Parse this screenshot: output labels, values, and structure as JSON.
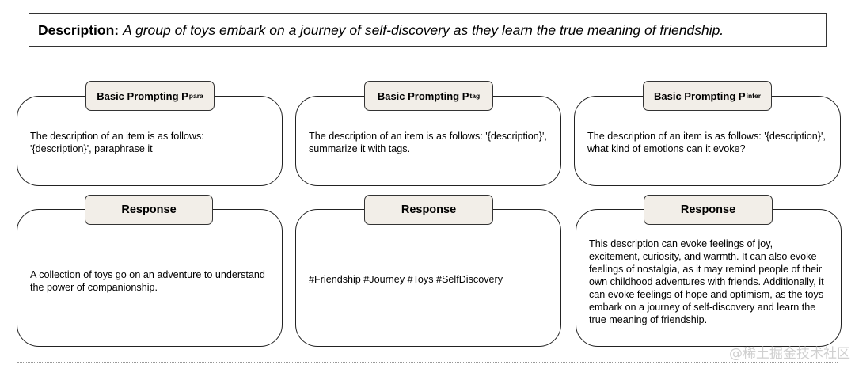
{
  "description": {
    "label": "Description:",
    "text": "A group of toys embark on a journey of self-discovery as they learn the true meaning of friendship."
  },
  "columns": [
    {
      "prompt_title": "Basic Prompting P",
      "prompt_sub": "para",
      "prompt_text": "The description of an item is as follows: '{description}', paraphrase it",
      "response_title": "Response",
      "response_text": "A collection of toys go on an adventure to understand the power of companionship."
    },
    {
      "prompt_title": "Basic Prompting P",
      "prompt_sub": "tag",
      "prompt_text": "The description of an item is as follows: '{description}', summarize it with tags.",
      "response_title": "Response",
      "response_text": "#Friendship #Journey #Toys #SelfDiscovery"
    },
    {
      "prompt_title": "Basic Prompting P",
      "prompt_sub": "infer",
      "prompt_text": "The description of an item is as follows: '{description}', what kind of emotions can it evoke?",
      "response_title": "Response",
      "response_text": "This description can evoke feelings of joy, excitement, curiosity, and warmth. It can also evoke feelings of nostalgia, as it may remind people of their own childhood adventures with friends. Additionally, it can evoke feelings of hope and optimism, as the toys embark on a journey of self-discovery and learn the true meaning of friendship."
    }
  ],
  "watermark": "@稀土掘金技术社区"
}
